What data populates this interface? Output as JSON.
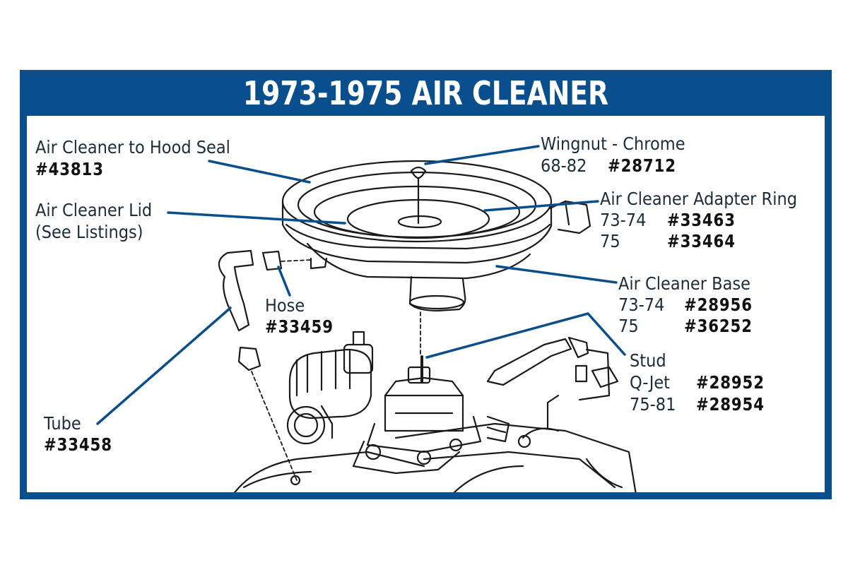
{
  "title": "1973-1975 AIR CLEANER",
  "colors": {
    "frame": "#0a4f8d",
    "leader": "#0a4f8d",
    "ink": "#1c2d3a"
  },
  "parts": {
    "hood_seal": {
      "name": "Air Cleaner to Hood Seal",
      "part": "#43813"
    },
    "lid": {
      "name": "Air Cleaner Lid",
      "note": "(See Listings)"
    },
    "wingnut": {
      "name": "Wingnut - Chrome",
      "year": "68-82",
      "part": "#28712"
    },
    "adapter_ring": {
      "name": "Air Cleaner Adapter Ring",
      "rows": [
        {
          "year": "73-74",
          "part": "#33463"
        },
        {
          "year": "75",
          "part": "#33464"
        }
      ]
    },
    "base": {
      "name": "Air Cleaner Base",
      "rows": [
        {
          "year": "73-74",
          "part": "#28956"
        },
        {
          "year": "75",
          "part": "#36252"
        }
      ]
    },
    "hose": {
      "name": "Hose",
      "part": "#33459"
    },
    "stud": {
      "name": "Stud",
      "rows": [
        {
          "year": "Q-Jet",
          "part": "#28952"
        },
        {
          "year": "75-81",
          "part": "#28954"
        }
      ]
    },
    "tube": {
      "name": "Tube",
      "part": "#33458"
    }
  }
}
